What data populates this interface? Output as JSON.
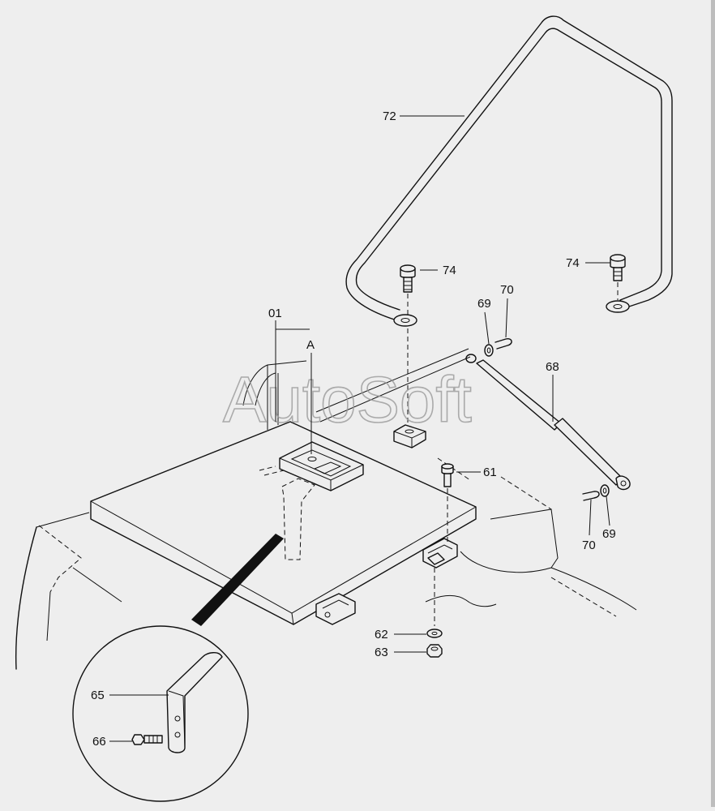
{
  "watermark": "AutoSoft",
  "callouts": {
    "c72": "72",
    "c74a": "74",
    "c74b": "74",
    "c69a": "69",
    "c70a": "70",
    "c68": "68",
    "c01": "01",
    "cA": "A",
    "c61": "61",
    "c70b": "70",
    "c69b": "69",
    "c62": "62",
    "c63": "63",
    "c65": "65",
    "c66": "66"
  }
}
